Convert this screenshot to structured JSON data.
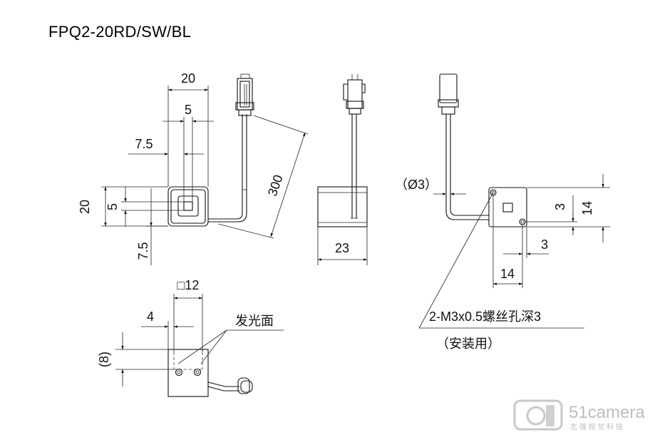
{
  "title": "FPQ2-20RD/SW/BL",
  "front_view": {
    "dim_width": "20",
    "dim_window": "5",
    "dim_offset": "7.5",
    "dim_height": "20",
    "dim_window_v": "5",
    "dim_offset_v": "7.5",
    "dim_cable": "300"
  },
  "side_view": {
    "dim_depth": "23"
  },
  "right_view": {
    "dim_cable_dia": "（Ø3）",
    "dim_hole_v": "3",
    "dim_height": "14",
    "dim_hole_h": "3",
    "dim_width": "14",
    "note_holes": "2-M3x0.5螺丝孔深3",
    "note_mount": "（安装用）"
  },
  "detail_view": {
    "dim_square": "□12",
    "dim_offset": "4",
    "dim_depth": "(8)",
    "label_emitting": "发光面"
  },
  "watermark": {
    "brand": "51camera",
    "subtitle": "志 强 视 觉 科 技"
  }
}
